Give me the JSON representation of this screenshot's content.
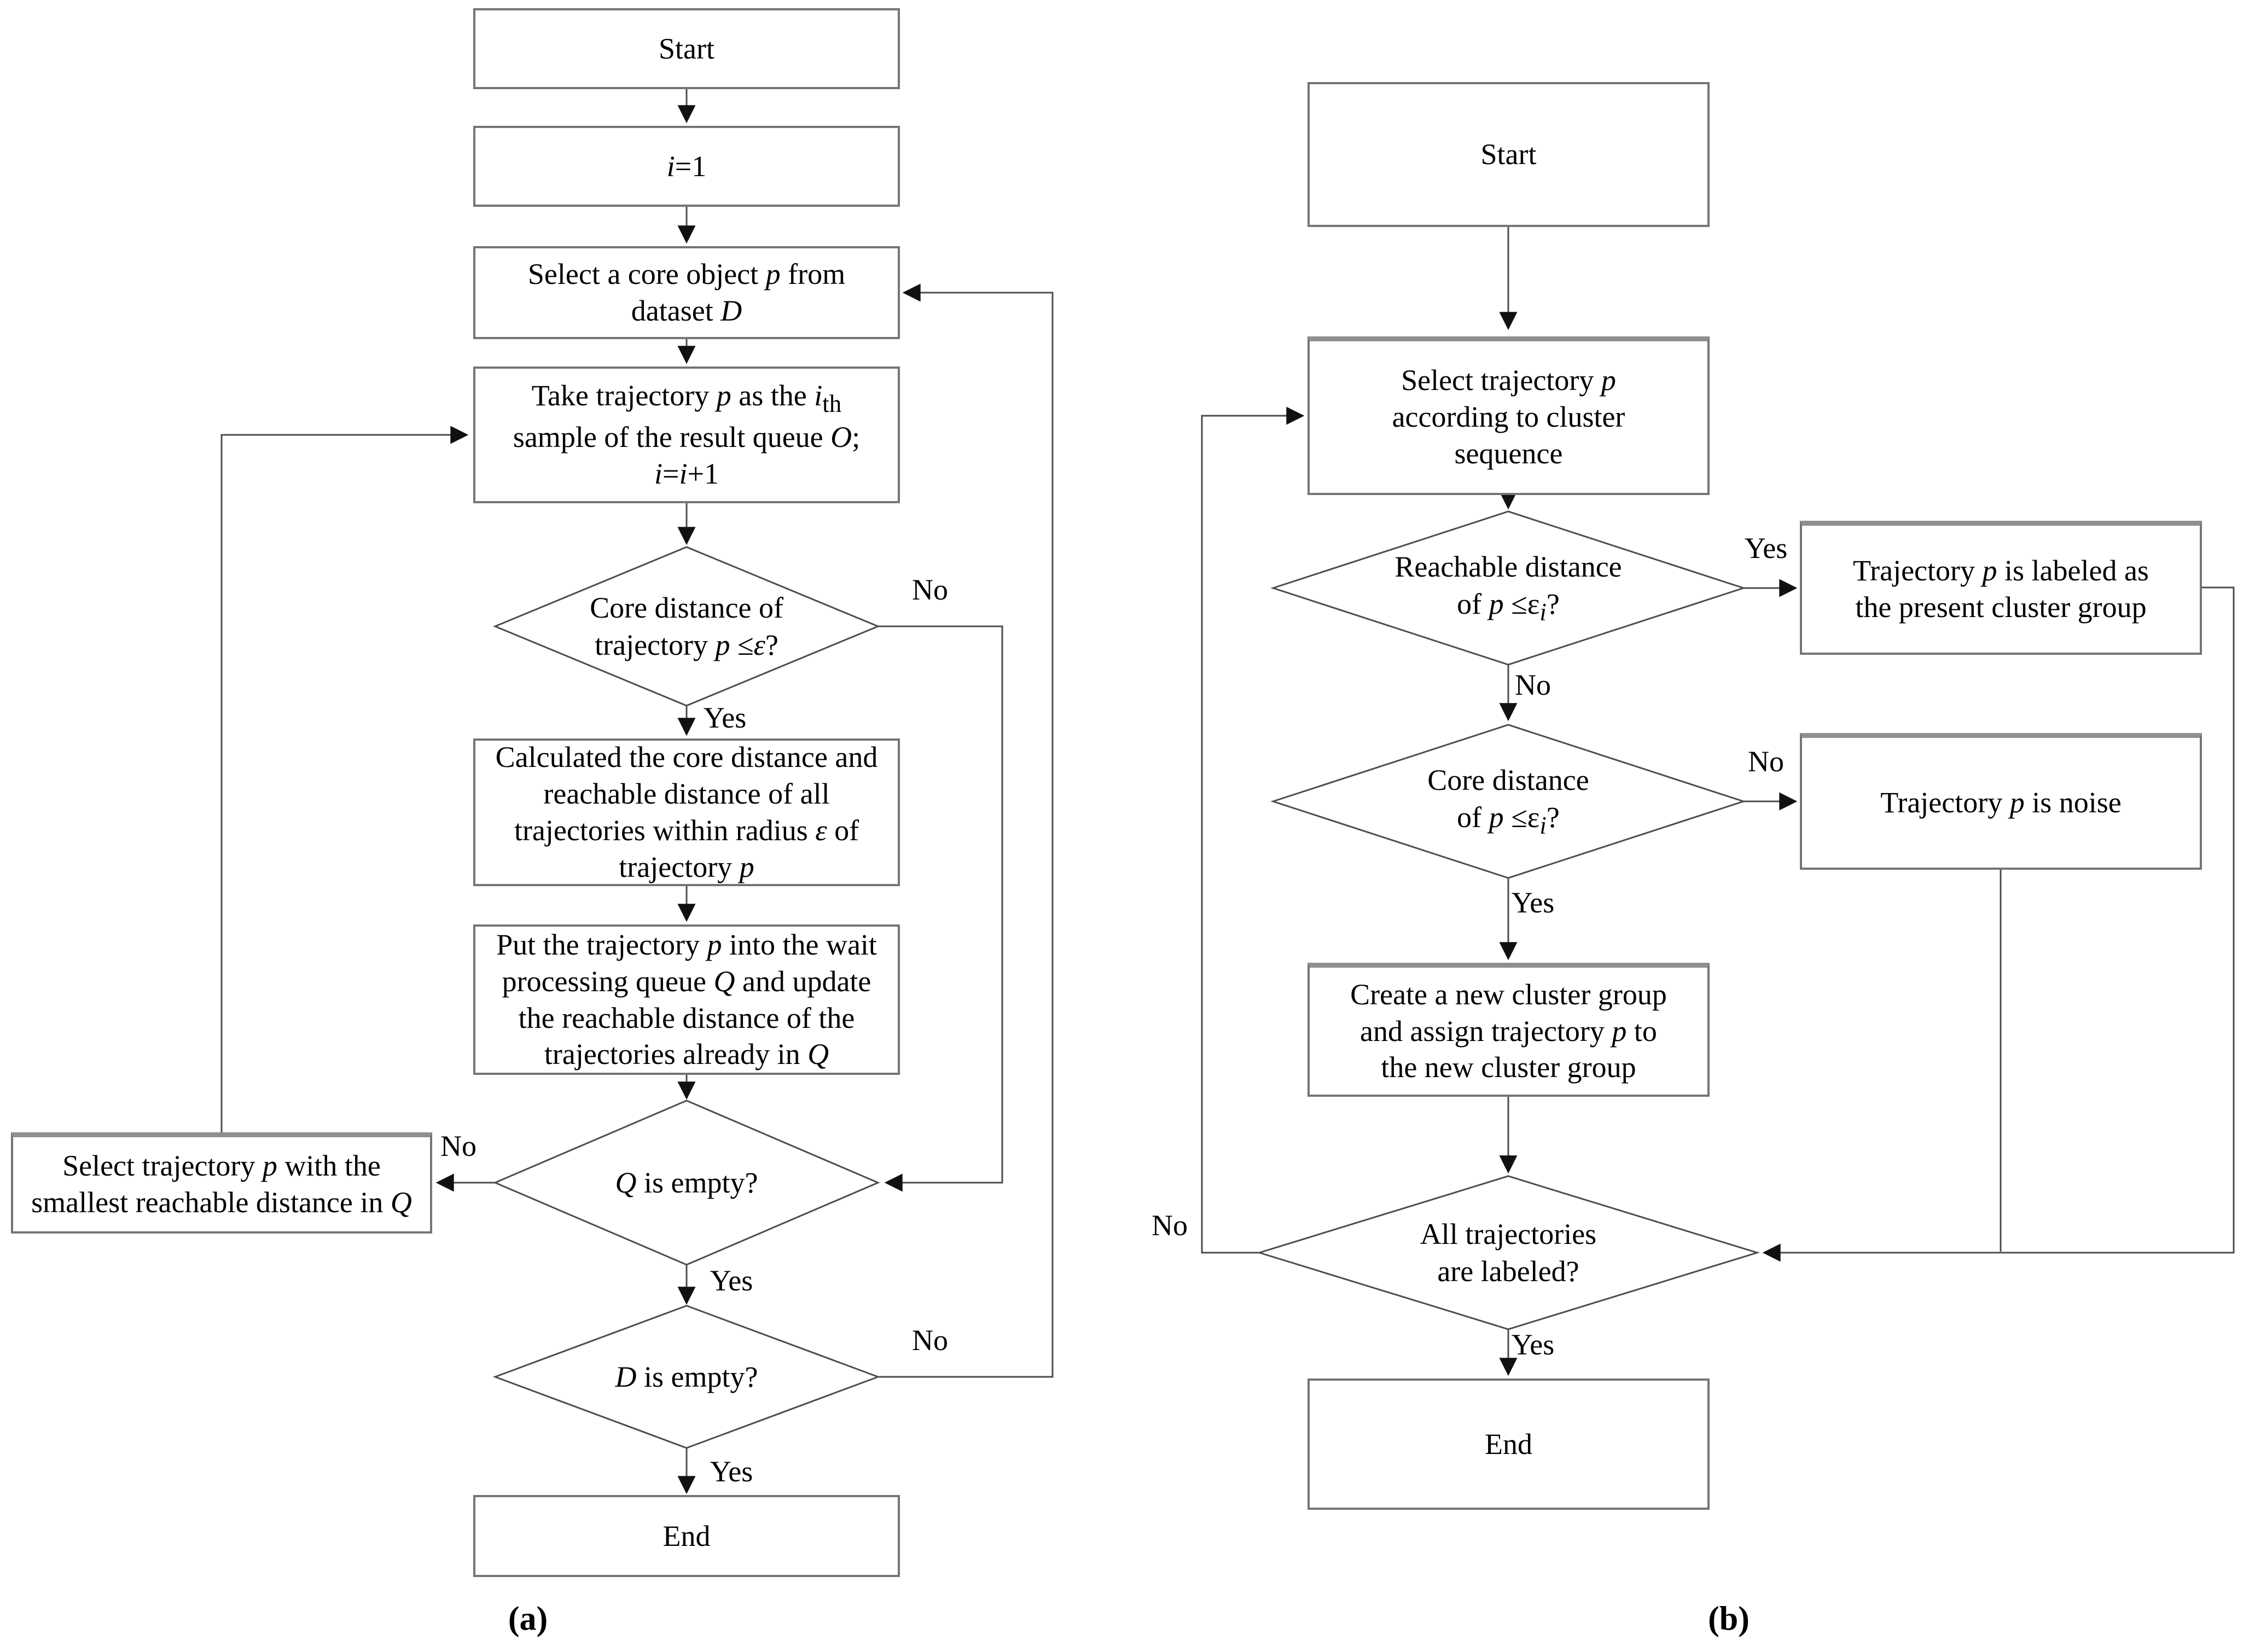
{
  "figure": {
    "background": "#ffffff",
    "line_color": "#4d4d4d",
    "box_border_color": "#757575",
    "arrowhead_color": "#111111",
    "text_color": "#000000",
    "caption_a": "(a)",
    "caption_b": "(b)"
  },
  "chart_a": {
    "nodes": {
      "start": "Start",
      "init": "<i>i</i>=1",
      "select_core": "Select a core object <i>p</i> from\ndataset <i>D</i>",
      "take_sample": "Take trajectory <i>p</i> as the <i>i</i><sub>th</sub>\nsample of the result queue <i>O</i>;\n<i>i</i>=<i>i</i>+1",
      "core_distance": "Core distance of\ntrajectory <i>p</i> ≤<i>ε</i>?",
      "calc": "Calculated the core distance and\nreachable distance of all\ntrajectories within radius <i>ε</i> of\ntrajectory <i>p</i>",
      "put_queue": "Put the trajectory <i>p</i> into the wait\nprocessing queue <i>Q</i> and update\nthe reachable distance of the\ntrajectories already in <i>Q</i>",
      "q_empty": "<i>Q</i> is empty?",
      "select_smallest": "Select trajectory <i>p</i> with the\nsmallest reachable distance in <i>Q</i>",
      "d_empty": "<i>D</i> is empty?",
      "end": "End"
    },
    "labels": {
      "core_no": "No",
      "core_yes": "Yes",
      "q_no": "No",
      "q_yes": "Yes",
      "d_no": "No",
      "d_yes": "Yes"
    }
  },
  "chart_b": {
    "nodes": {
      "start": "Start",
      "select_traj": "Select trajectory <i>p</i>\naccording to cluster\nsequence",
      "reach_distance": "Reachable distance\nof <i>p</i> ≤ε<sub><i>i</i></sub>?",
      "labeled": "Trajectory <i>p</i> is labeled as\nthe present cluster group",
      "core_distance": "Core distance\nof <i>p</i> ≤ε<sub><i>i</i></sub>?",
      "noise": "Trajectory <i>p</i> is noise",
      "create": "Create a new cluster group\nand assign trajectory <i>p</i> to\nthe new cluster group",
      "all_labeled": "All trajectories\nare labeled?",
      "end": "End"
    },
    "labels": {
      "reach_yes": "Yes",
      "reach_no": "No",
      "core_no": "No",
      "core_yes": "Yes",
      "all_no": "No",
      "all_yes": "Yes"
    }
  }
}
